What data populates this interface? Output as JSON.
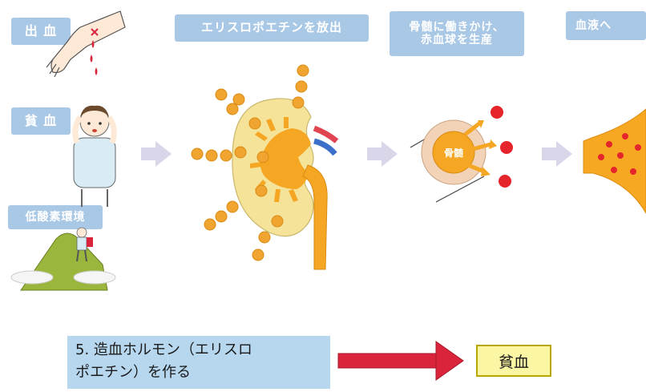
{
  "causes": {
    "bleeding": "出 血",
    "anemia": "貧 血",
    "hypoxia": "低酸素環境"
  },
  "steps": {
    "epo_release": "エリスロポエチンを放出",
    "marrow_line1": "骨髄に働きかけ、",
    "marrow_line2": "赤血球を生産",
    "to_blood": "血液へ",
    "marrow_center": "骨髄"
  },
  "caption": {
    "line1": "5. 造血ホルモン（エリスロ",
    "line2": "ポエチン）を作る"
  },
  "result": "貧血",
  "colors": {
    "label_bg": "#a9c8e6",
    "epo_dot": "#f0a531",
    "kidney_fill": "#f6e39a",
    "rbc": "#e5242b",
    "arrow_red": "#d9243b",
    "caption_bg": "#b7d7ef",
    "result_bg": "#fbf6a4"
  }
}
